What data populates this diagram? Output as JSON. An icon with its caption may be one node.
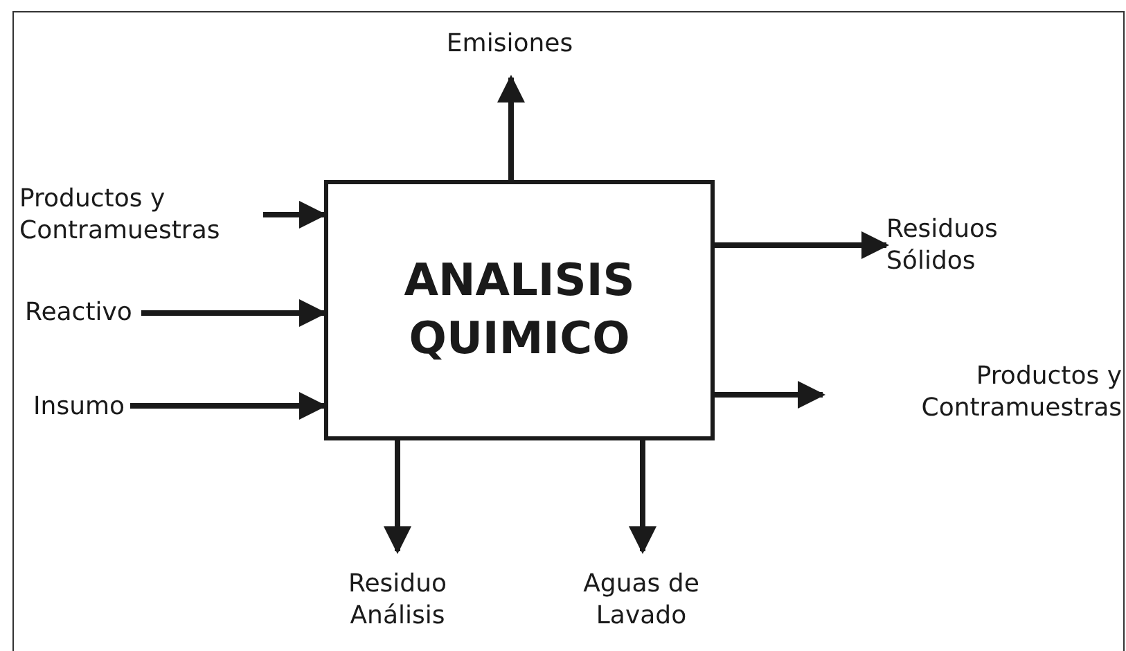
{
  "diagram": {
    "nodes": [
      {
        "text": [
          "ANALISIS QUIMICO"
        ]
      },
      {
        "text": [
          "Emisiones"
        ]
      },
      {
        "text": [
          "Productos y Contramuestras"
        ]
      },
      {
        "text": [
          "Reactivo"
        ]
      },
      {
        "text": [
          "Insumo"
        ]
      },
      {
        "text": [
          "Residuos Sólidos"
        ]
      },
      {
        "text": [
          "Productos y Contramuestras"
        ]
      },
      {
        "text": [
          "Residuo Análisis"
        ]
      },
      {
        "text": [
          "Aguas de Lavado"
        ]
      }
    ],
    "edges": [
      {
        "from": 0,
        "to": 1,
        "arrow": "to"
      },
      {
        "from": 2,
        "to": 0,
        "arrow": "to"
      },
      {
        "from": 3,
        "to": 0,
        "arrow": "to"
      },
      {
        "from": 4,
        "to": 0,
        "arrow": "to"
      },
      {
        "from": 0,
        "to": 5,
        "arrow": "to"
      },
      {
        "from": 0,
        "to": 6,
        "arrow": "to"
      },
      {
        "from": 0,
        "to": 7,
        "arrow": "to"
      },
      {
        "from": 0,
        "to": 8,
        "arrow": "to"
      }
    ]
  }
}
